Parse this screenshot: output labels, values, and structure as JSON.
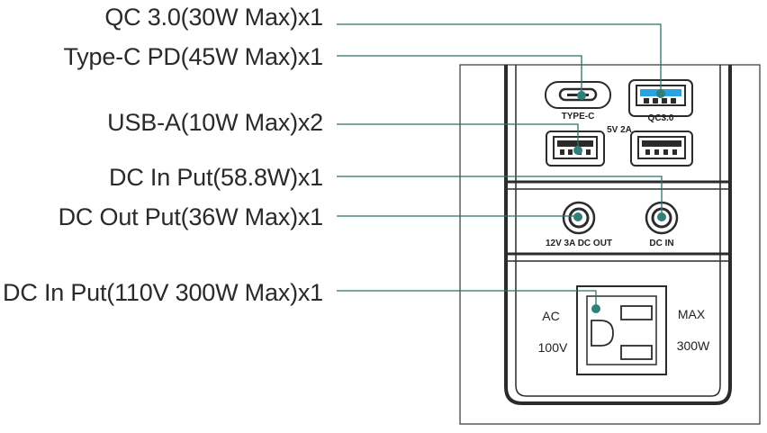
{
  "callouts": [
    {
      "text": "QC 3.0(30W Max)x1"
    },
    {
      "text": "Type-C PD(45W Max)x1"
    },
    {
      "text": "USB-A(10W Max)x2"
    },
    {
      "text": "DC In Put(58.8W)x1"
    },
    {
      "text": "DC Out Put(36W Max)x1"
    },
    {
      "text": "DC In Put(110V 300W Max)x1"
    }
  ],
  "panel": {
    "type_c_label": "TYPE-C",
    "qc_label": "QC3.0",
    "usb_rating": "5V 2A",
    "dc_out_label": "12V 3A DC OUT",
    "dc_in_label": "DC IN",
    "ac_left_top": "AC",
    "ac_left_bottom": "100V",
    "ac_right_top": "MAX",
    "ac_right_bottom": "300W"
  },
  "colors": {
    "leader": "#2f6f6a",
    "dot": "#2f7f7a",
    "usb_blue": "#29a3e0",
    "outline": "#2b2b2b"
  }
}
